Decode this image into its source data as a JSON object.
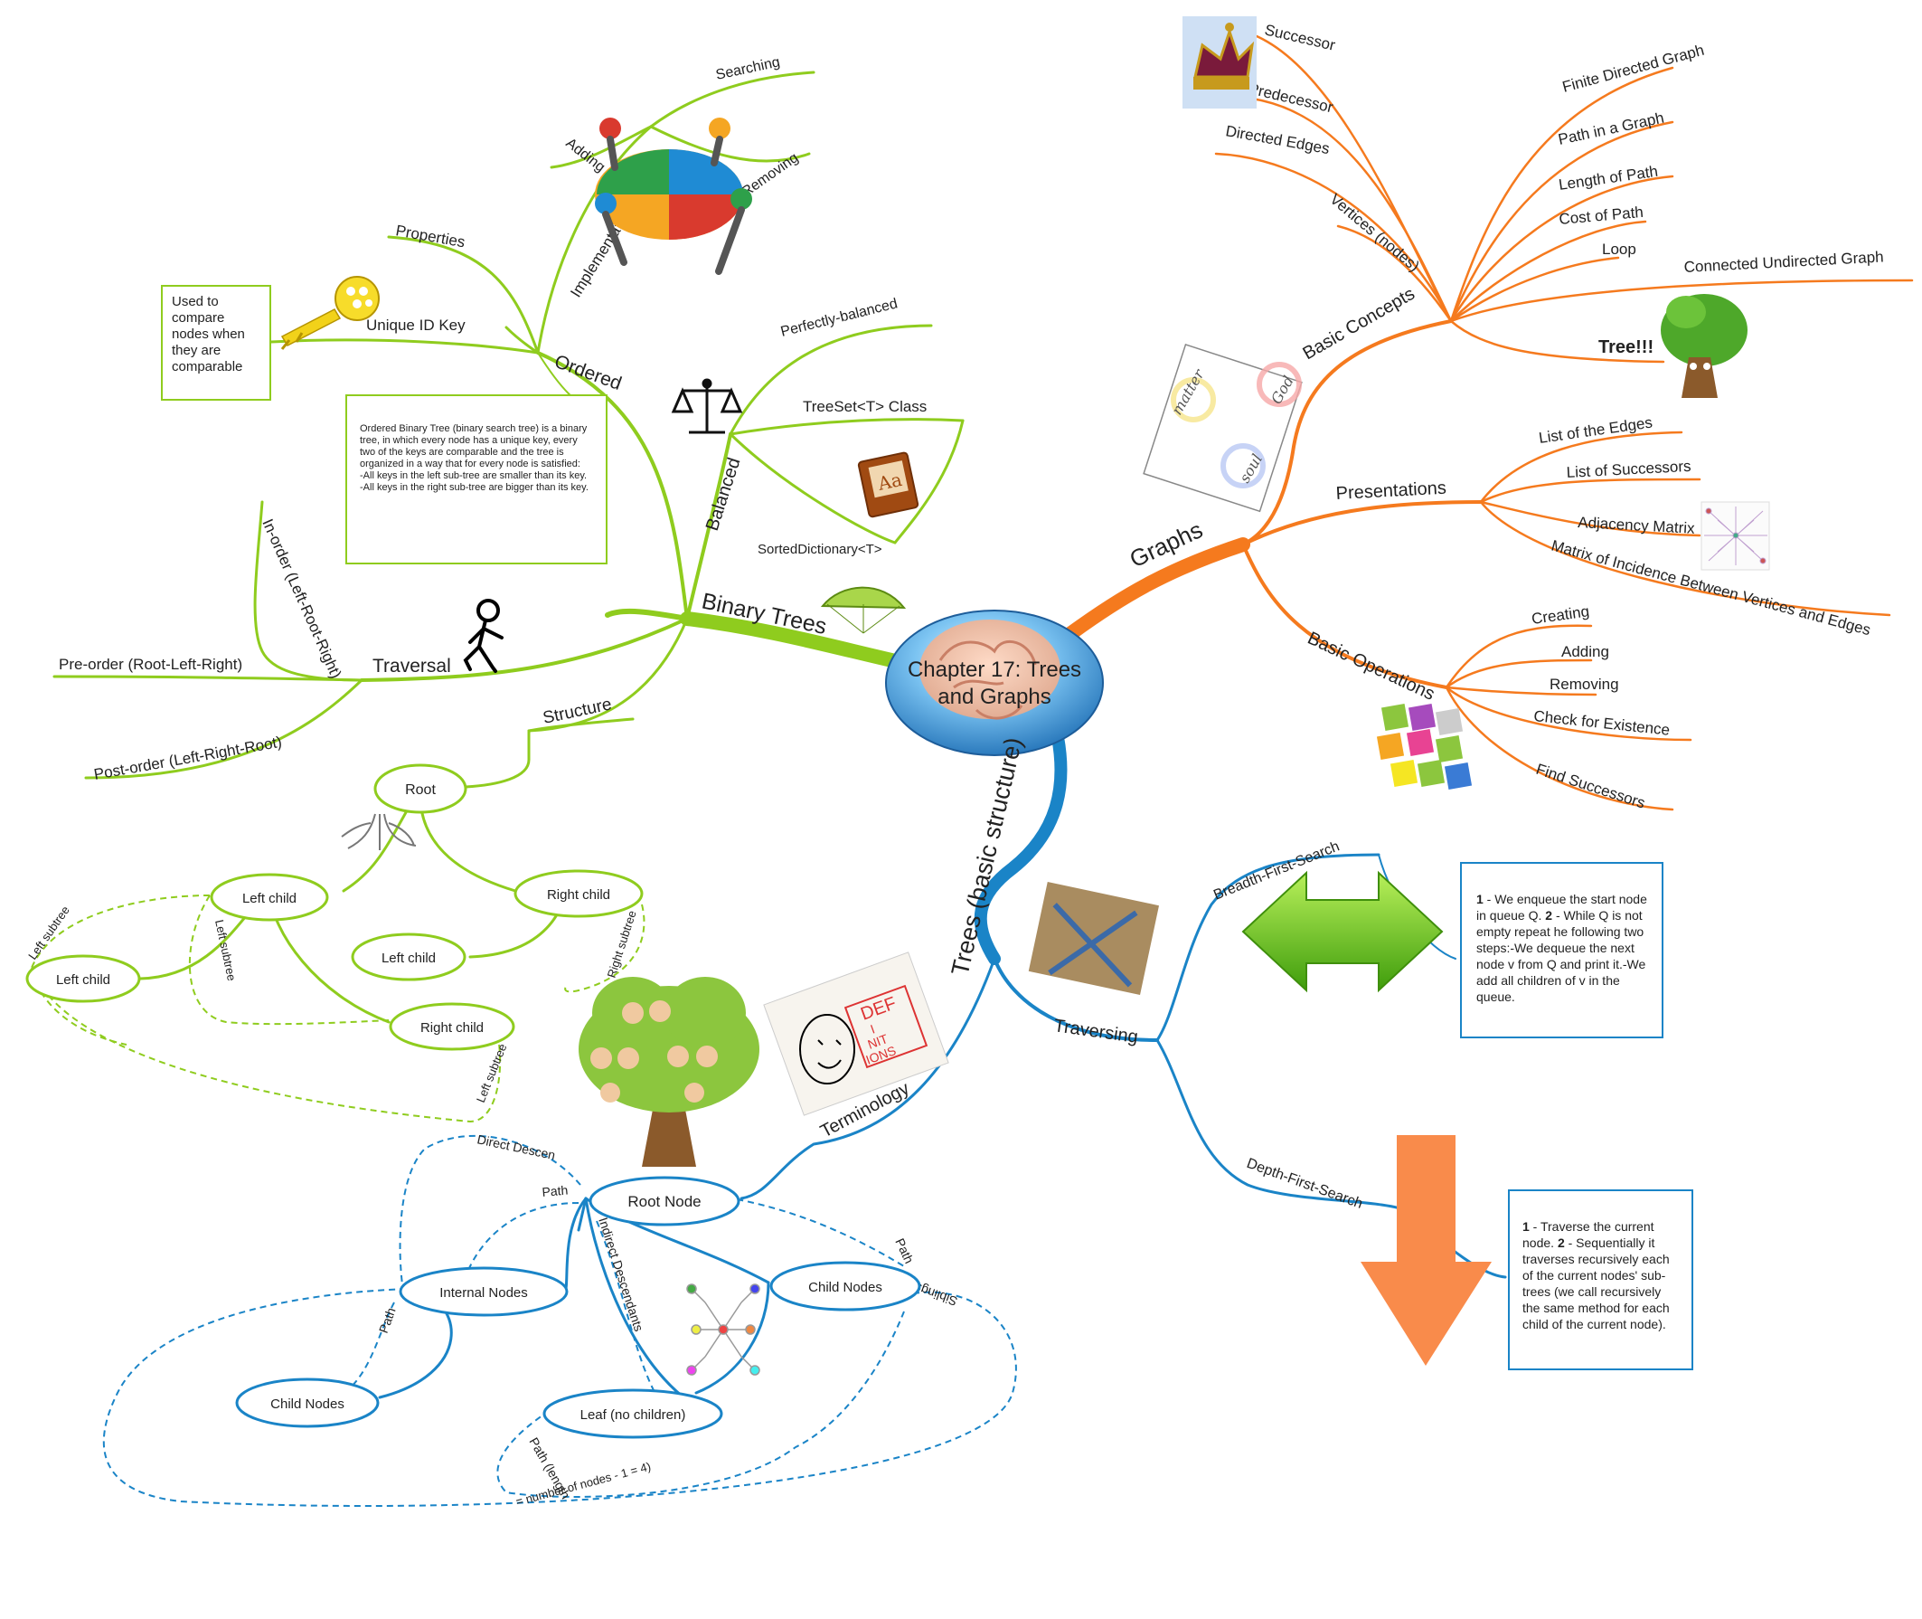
{
  "center": {
    "line1": "Chapter 17: Trees",
    "line2": "and Graphs"
  },
  "colors": {
    "binary_trees": "#8fcc1e",
    "graphs": "#f57a1e",
    "trees": "#1a84c7",
    "center_bubble": "#2e8fd0"
  },
  "binary_trees": {
    "label": "Binary Trees",
    "ordered": {
      "label": "Ordered",
      "properties": "Properties",
      "unique_id_key": "Unique ID Key",
      "key_note": "Used to compare nodes when they are comparable",
      "definition_note": [
        "Ordered Binary Tree (binary search tree) is a binary tree, in which every node has a unique key, every two of the keys are comparable and the tree is organized in a way that for every node is satisfied:",
        "-All keys in the left sub-tree are smaller than its key.",
        "-All keys in the right sub-tree are bigger than its key."
      ],
      "implementation": "Implementation",
      "searching": "Searching",
      "adding": "Adding",
      "removing": "Removing"
    },
    "balanced": {
      "label": "Balanced",
      "perfectly": "Perfectly-balanced",
      "treeset": "TreeSet<T> Class",
      "sorted_dictionary": "SortedDictionary<T>"
    },
    "traversal": {
      "label": "Traversal",
      "inorder": "In-order (Left-Root-Right)",
      "preorder": "Pre-order (Root-Left-Right)",
      "postorder": "Post-order (Left-Right-Root)"
    },
    "structure": {
      "label": "Structure",
      "root": "Root",
      "left_child": "Left child",
      "right_child": "Right child",
      "left_left_child": "Left child",
      "left_right_child": "Right child",
      "right_left_child": "Left child",
      "left_subtree": "Left subtree",
      "left_subtree_inner": "Left subtree",
      "right_subtree": "Right subtree",
      "left_subtree_bottom": "Left subtree"
    }
  },
  "graphs": {
    "label": "Graphs",
    "basic_concepts": {
      "label": "Basic Concepts",
      "items": [
        "Successor",
        "Predecessor",
        "Directed Edges",
        "Vertices (nodes)",
        "Finite Directed Graph",
        "Path in a Graph",
        "Length of Path",
        "Cost of Path",
        "Loop",
        "Connected Undirected Graph",
        "Tree!!!"
      ],
      "image_words": [
        "matter",
        "God",
        "soul"
      ]
    },
    "presentations": {
      "label": "Presentations",
      "items": [
        "List of the Edges",
        "List of Successors",
        "Adjacency Matrix",
        "Matrix of Incidence Between Vertices and Edges"
      ]
    },
    "basic_operations": {
      "label": "Basic Operations",
      "items": [
        "Creating",
        "Adding",
        "Removing",
        "Check for Existence",
        "Find Successors"
      ]
    }
  },
  "trees": {
    "label": "Trees (basic structure)",
    "traversing": {
      "label": "Traversing",
      "bfs": "Breadth-First-Search",
      "dfs": "Depth-First-Search",
      "bfs_note": {
        "n1": "1",
        "t1": " - We enqueue the start node in queue Q. ",
        "n2": "2",
        "t2": " - While Q is not empty repeat he following two steps:-We dequeue the next node v from Q and print it.-We add all children of v in the queue."
      },
      "dfs_note": {
        "n1": "1",
        "t1": " - Traverse the current node. ",
        "n2": "2",
        "t2": " - Sequentially it traverses recursively each of the current nodes' sub-trees (we call recursively the same method for each child of the current node)."
      }
    },
    "terminology": {
      "label": "Terminology",
      "root_node": "Root Node",
      "internal_nodes": "Internal Nodes",
      "child_nodes_right": "Child Nodes",
      "child_nodes_left": "Child Nodes",
      "leaf": "Leaf (no children)",
      "direct_desc": "Direct Descen",
      "indirect_desc": "Indirect Descendants",
      "path1": "Path",
      "path2": "Path",
      "path3": "Path",
      "siblings": "Siblings",
      "path_length_1": "Path (length",
      "path_length_2": "= number of nodes - 1 = 4)",
      "image_words": [
        "DEF",
        "I",
        "NIT",
        "IONS"
      ]
    }
  }
}
